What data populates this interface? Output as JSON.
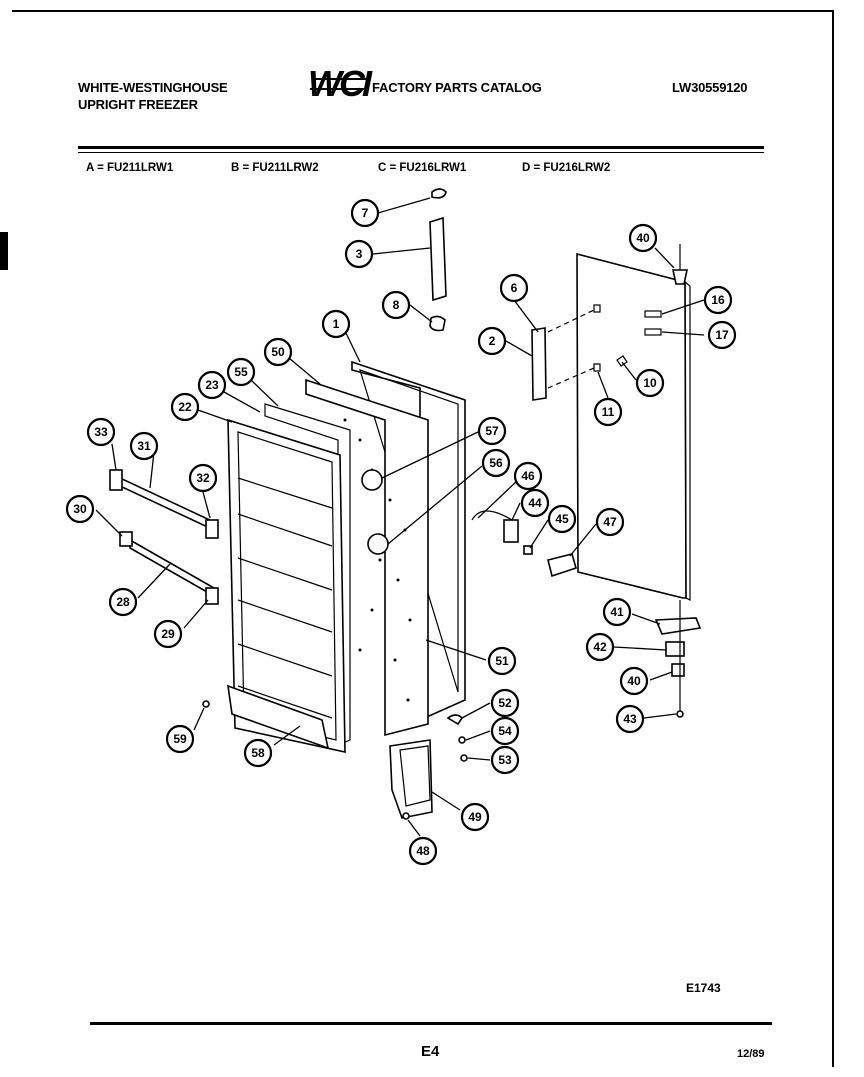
{
  "header": {
    "brand_line1": "WHITE-WESTINGHOUSE",
    "brand_line2": "UPRIGHT FREEZER",
    "logo": "WCI",
    "catalog_title": "FACTORY PARTS CATALOG",
    "catalog_number": "LW30559120"
  },
  "models": [
    "A = FU211LRW1",
    "B = FU211LRW2",
    "C = FU216LRW1",
    "D = FU216LRW2"
  ],
  "diagram": {
    "callouts": [
      "7",
      "3",
      "8",
      "1",
      "6",
      "2",
      "40",
      "16",
      "17",
      "10",
      "11",
      "50",
      "55",
      "23",
      "22",
      "57",
      "56",
      "46",
      "44",
      "45",
      "47",
      "33",
      "31",
      "32",
      "30",
      "28",
      "29",
      "51",
      "41",
      "42",
      "40",
      "43",
      "52",
      "54",
      "53",
      "59",
      "58",
      "49",
      "48"
    ]
  },
  "footer": {
    "figure_ref": "E1743",
    "page": "E4",
    "date": "12/89"
  }
}
